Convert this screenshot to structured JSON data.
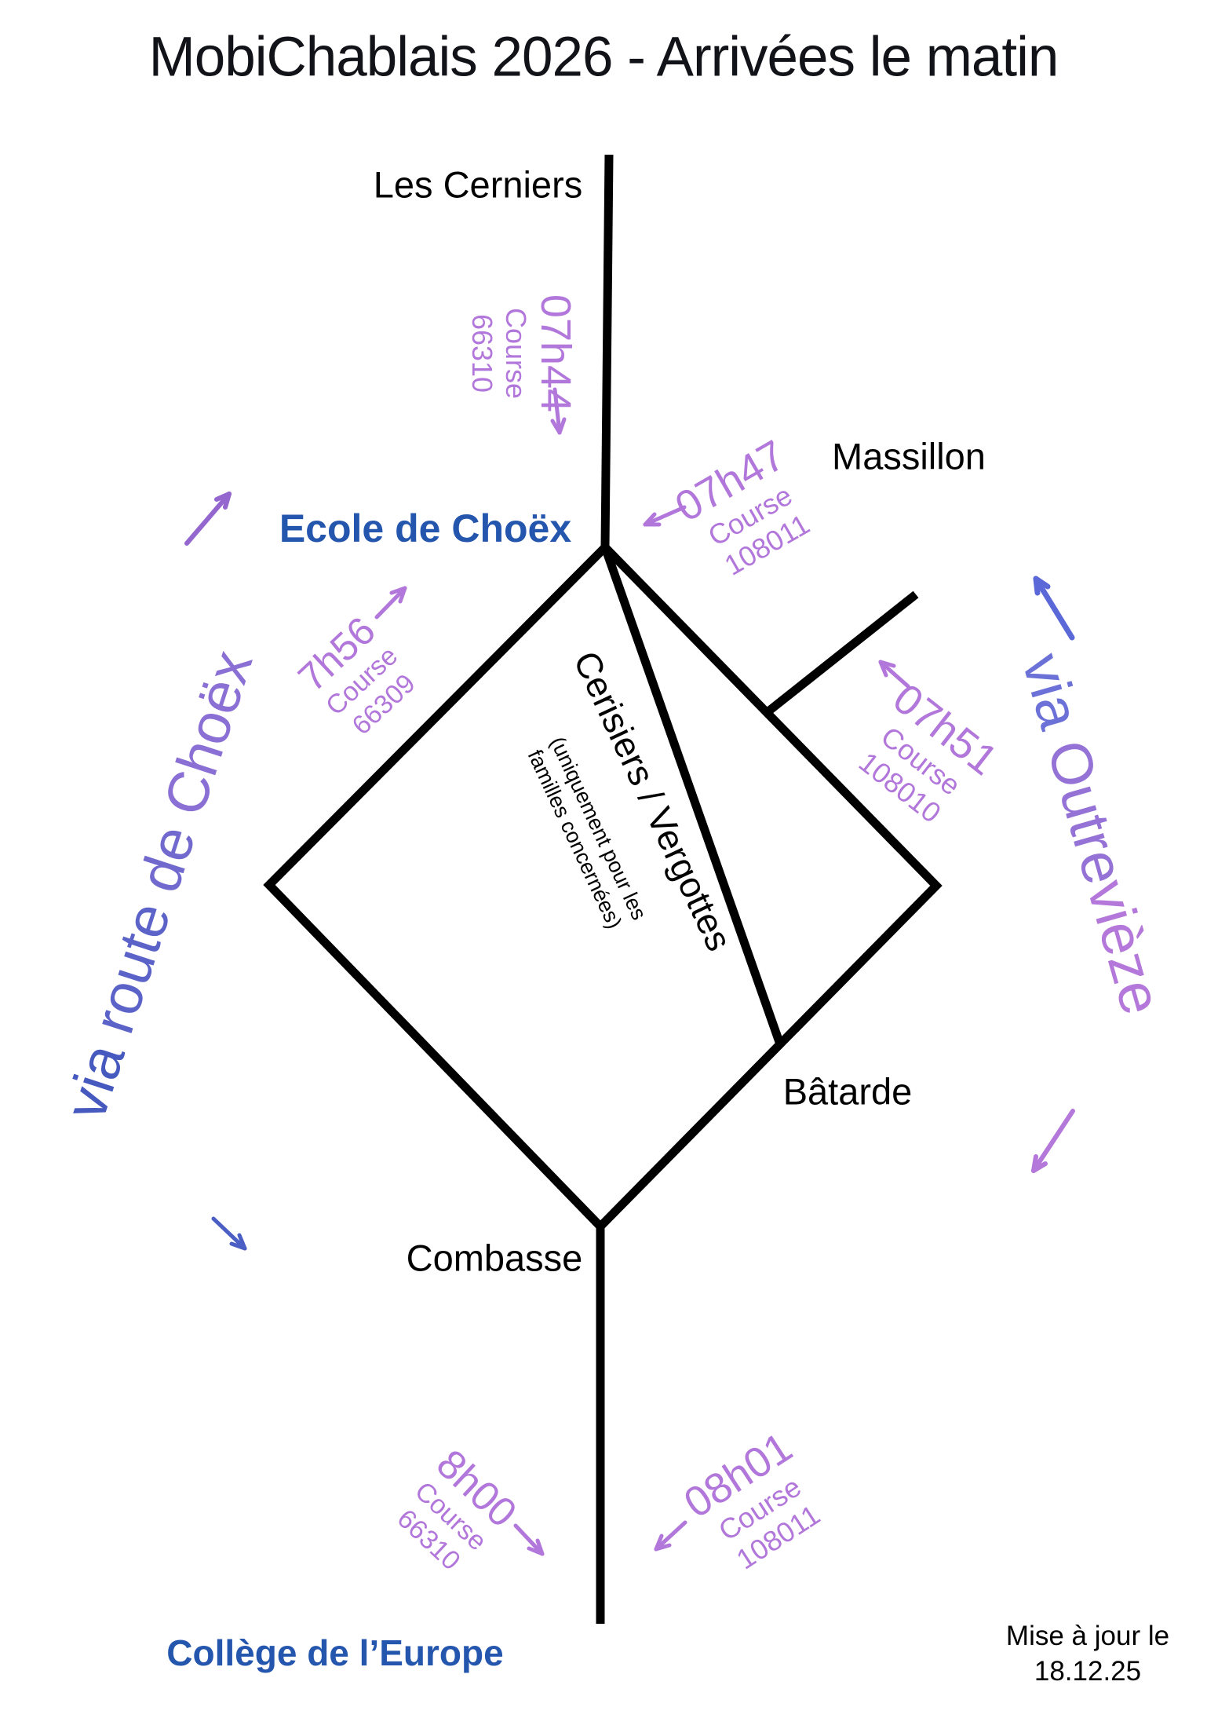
{
  "title": "MobiChablais 2026 - Arrivées le matin",
  "stops": {
    "les_cerniers": "Les Cerniers",
    "massillon": "Massillon",
    "ecole_de_choex": "Ecole de Choëx",
    "batarde": "Bâtarde",
    "combasse": "Combasse",
    "college_europe": "Collège de l’Europe",
    "cerisiers_vergottes": "Cerisiers / Vergottes"
  },
  "cerisiers_note": {
    "line1": "(uniquement pour les",
    "line2": "familles concernées)"
  },
  "departures": [
    {
      "time": "07h44",
      "course_label": "Course",
      "course_number": "66310"
    },
    {
      "time": "07h47",
      "course_label": "Course",
      "course_number": "108011"
    },
    {
      "time": "7h56",
      "course_label": "Course",
      "course_number": "66309"
    },
    {
      "time": "07h51",
      "course_label": "Course",
      "course_number": "108010"
    },
    {
      "time": "8h00",
      "course_label": "Course",
      "course_number": "66310"
    },
    {
      "time": "08h01",
      "course_label": "Course",
      "course_number": "108011"
    }
  ],
  "via_labels": {
    "choex": {
      "w1": "via ",
      "w2": "route ",
      "w3": "de ",
      "w4": "Choëx"
    },
    "outrevieze": {
      "w1": "via ",
      "w2": "Outre",
      "w3": "vièze"
    }
  },
  "update_note": {
    "line1": "Mise à jour le",
    "line2": "18.12.25"
  },
  "colors": {
    "annotation_purple": "#b277da",
    "arrow_purple": "#9467cf",
    "arrow_blue": "#4a5ec4",
    "via_blue": "#4659be",
    "via_purple": "#b478da",
    "label_blue": "#2456ae",
    "line_black": "#000000",
    "title_dark": "#121219"
  }
}
